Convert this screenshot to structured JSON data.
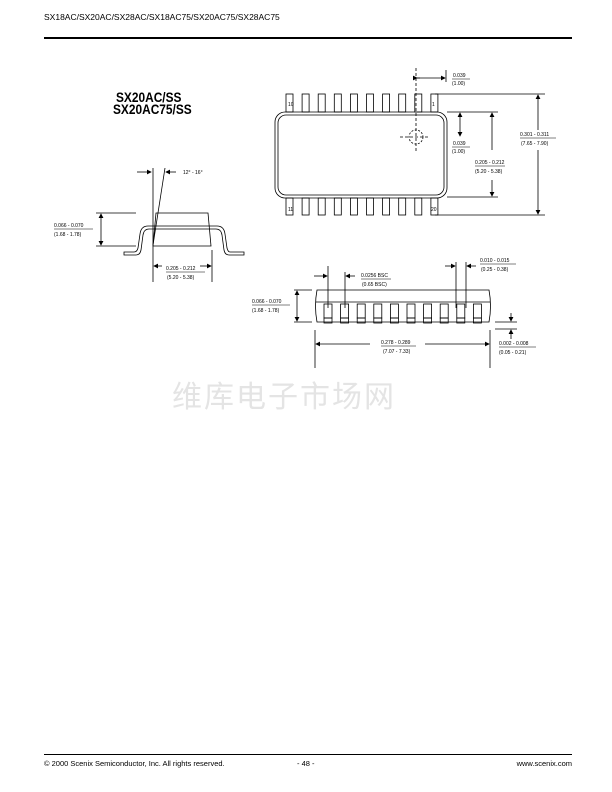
{
  "header": {
    "title": "SX18AC/SX20AC/SX28AC/SX18AC75/SX20AC75/SX28AC75"
  },
  "diagram": {
    "title_line1": "SX20AC/SS",
    "title_line2": "SX20AC75/SS",
    "angle": "12° - 16°",
    "side_height_in": "0.066 - 0.070",
    "side_height_mm": "(1.68 - 1.78)",
    "side_width_in": "0.205 - 0.212",
    "side_width_mm": "(5.20 - 5.38)",
    "pin_labels": {
      "p10": "10",
      "p1": "1",
      "p11": "11",
      "p20": "20"
    },
    "mark_x_in": "0.039",
    "mark_x_mm": "(1.00)",
    "mark_y_in": "0.039",
    "mark_y_mm": "(1.00)",
    "body_width_in": "0.205 - 0.212",
    "body_width_mm": "(5.20 - 5.38)",
    "overall_in": "0.301 - 0.311",
    "overall_mm": "(7.65 - 7.90)",
    "pitch_in": "0.0256 BSC",
    "pitch_mm": "(0.65 BSC)",
    "lead_w_in": "0.010 - 0.015",
    "lead_w_mm": "(0.25 - 0.38)",
    "end_height_in": "0.066 - 0.070",
    "end_height_mm": "(1.68 - 1.78)",
    "length_in": "0.278 - 0.289",
    "length_mm": "(7.07 - 7.33)",
    "standoff_in": "0.002 - 0.008",
    "standoff_mm": "(0.05 - 0.21)"
  },
  "watermark": "维库电子市场网",
  "footer": {
    "copyright": "© 2000 Scenix Semiconductor, Inc. All rights reserved.",
    "page": "- 48 -",
    "url": "www.scenix.com"
  }
}
